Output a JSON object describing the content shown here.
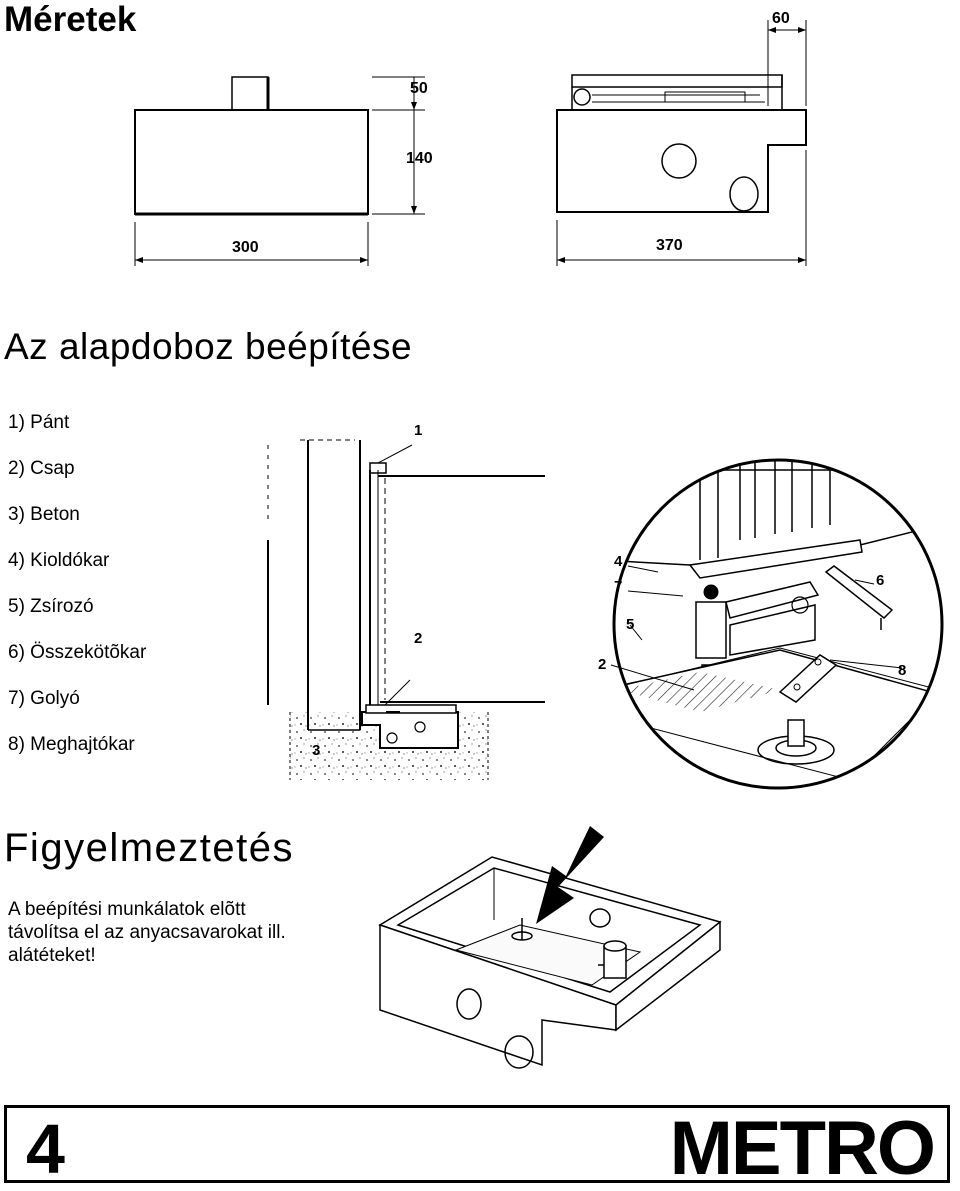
{
  "sections": {
    "dimensions_title": "Méretek",
    "install_title": "Az alapdoboz beépítése",
    "warning_title": "Figyelmeztetés"
  },
  "dimensions": {
    "top_width": "60",
    "cap_height": "50",
    "box_height": "140",
    "front_width": "300",
    "side_width": "370"
  },
  "legend": [
    "1) Pánt",
    "2) Csap",
    "3) Beton",
    "4) Kioldókar",
    "5) Zsírozó",
    "6) Összekötõkar",
    "7) Golyó",
    "8) Meghajtókar"
  ],
  "section_diagram_callouts": {
    "c1": "1",
    "c2": "2",
    "c3": "3"
  },
  "detail_callouts": {
    "c4": "4",
    "c7": "7",
    "c6": "6",
    "c5": "5",
    "c2": "2",
    "c8": "8"
  },
  "warning_text": "A beépítési munkálatok elõtt\ntávolítsa el az anyacsavarokat ill.\nalátéteket!",
  "footer": {
    "page_number": "4",
    "brand": "METRO"
  }
}
